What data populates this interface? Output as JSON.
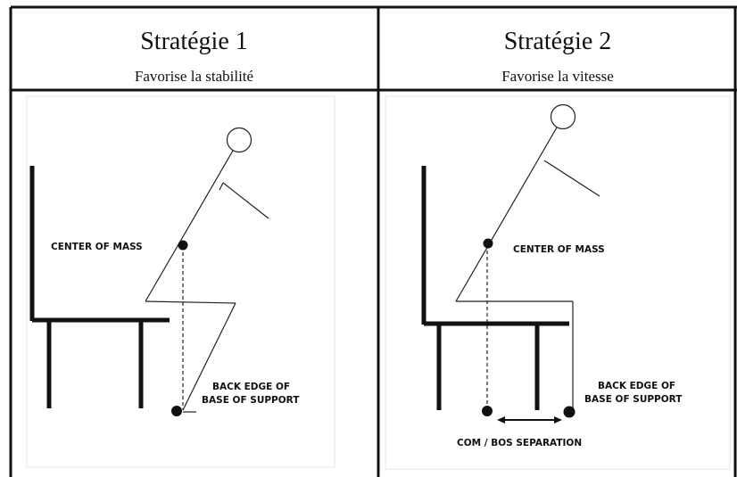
{
  "columns": [
    {
      "title": "Stratégie 1",
      "subtitle": "Favorise la stabilité",
      "labels": {
        "center_of_mass": "CENTER OF MASS",
        "back_edge_line1": "BACK EDGE OF",
        "back_edge_line2": "BASE OF SUPPORT"
      }
    },
    {
      "title": "Stratégie 2",
      "subtitle": "Favorise la vitesse",
      "labels": {
        "center_of_mass": "CENTER OF MASS",
        "back_edge_line1": "BACK EDGE OF",
        "back_edge_line2": "BASE OF SUPPORT",
        "separation": "COM / BOS SEPARATION"
      }
    }
  ]
}
